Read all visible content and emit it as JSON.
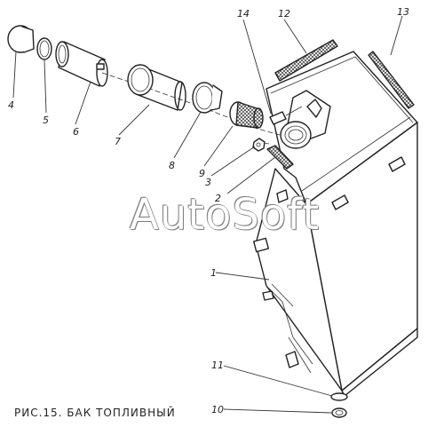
{
  "figure": {
    "caption": "РИС.15.  БАК ТОПЛИВНЫЙ",
    "watermark": "AutoSoft"
  },
  "callouts": {
    "n1": "1",
    "n2": "2",
    "n3": "3",
    "n4": "4",
    "n5": "5",
    "n6": "6",
    "n7": "7",
    "n8": "8",
    "n9": "9",
    "n10": "10",
    "n11": "11",
    "n12": "12",
    "n13": "13",
    "n14": "14"
  }
}
